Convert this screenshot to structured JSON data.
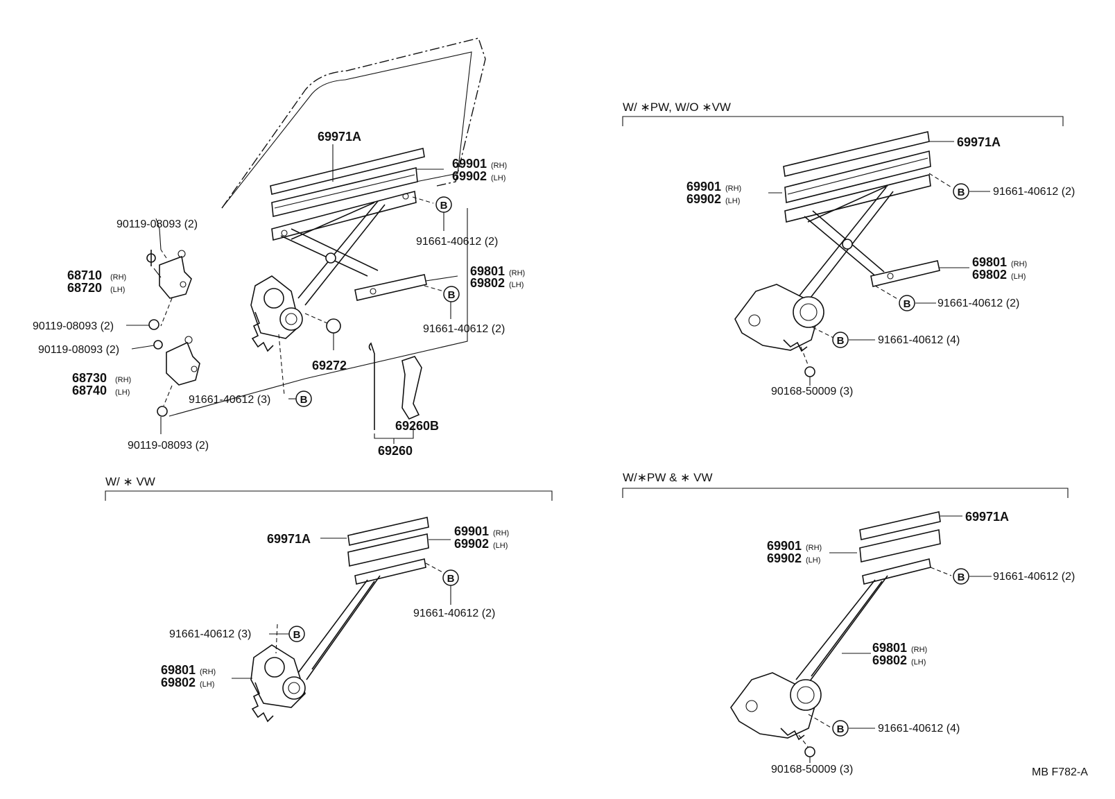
{
  "sections": {
    "top_right": "W/ ∗PW, W/O ∗VW",
    "bottom_left": "W/ ∗ VW",
    "bottom_right": "W/∗PW & ∗ VW"
  },
  "markers": {
    "b": "B"
  },
  "suffix": {
    "rh": "(RH)",
    "lh": "(LH)"
  },
  "parts": {
    "p69971A": "69971A",
    "p69901": "69901",
    "p69902": "69902",
    "p69801": "69801",
    "p69802": "69802",
    "p68710": "68710",
    "p68720": "68720",
    "p68730": "68730",
    "p68740": "68740",
    "p69272": "69272",
    "p69260B": "69260B",
    "p69260": "69260",
    "bolt_2": "90119-08093 (2)",
    "clip_2": "91661-40612 (2)",
    "clip_3": "91661-40612 (3)",
    "clip_4": "91661-40612 (4)",
    "screw_3": "90168-50009 (3)"
  },
  "code": "MB  F782-A"
}
